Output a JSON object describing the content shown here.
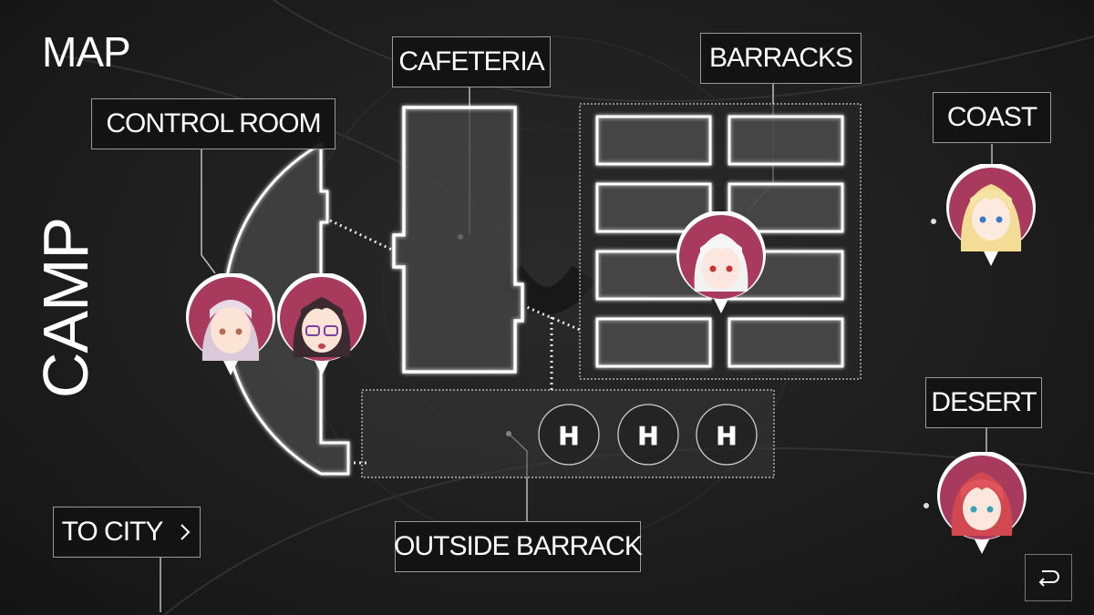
{
  "header": {
    "title": "MAP",
    "area": "CAMP"
  },
  "locations": {
    "control_room": "CONTROL ROOM",
    "cafeteria": "CAFETERIA",
    "barracks": "BARRACKS",
    "outside_barrack": "OUTSIDE BARRACK",
    "coast": "COAST",
    "desert": "DESERT"
  },
  "helipad": {
    "letter": "H"
  },
  "nav": {
    "to_city_label": "TO CITY",
    "to_city_icon": "chevron-right-icon",
    "back_icon": "return-arrow-icon"
  },
  "characters": [
    {
      "id": "silver-hair-girl",
      "location": "control_room",
      "hair": "#d9c9d9"
    },
    {
      "id": "glasses-girl",
      "location": "control_room",
      "hair": "#3b2a30"
    },
    {
      "id": "white-hair-girl",
      "location": "barracks",
      "hair": "#f2f2f2"
    },
    {
      "id": "blonde-girl",
      "location": "coast",
      "hair": "#f3dc95"
    },
    {
      "id": "red-hair-girl",
      "location": "desert",
      "hair": "#d2484f"
    }
  ],
  "colors": {
    "background": "#1b1b1b",
    "outline": "#ffffff",
    "pin": "#a83a5e",
    "label_border": "#9a9a9a"
  }
}
